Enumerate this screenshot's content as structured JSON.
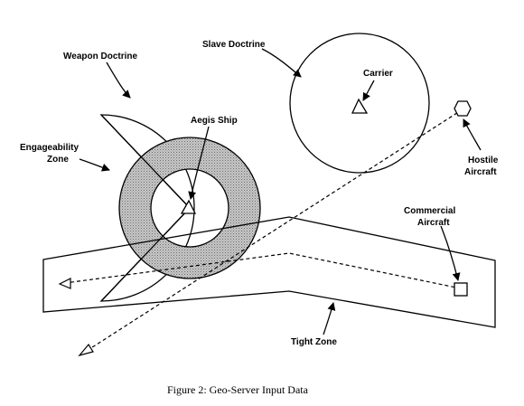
{
  "labels": {
    "weapon_doctrine": "Weapon Doctrine",
    "slave_doctrine": "Slave Doctrine",
    "carrier": "Carrier",
    "aegis_ship": "Aegis Ship",
    "engageability_line1": "Engageability",
    "engageability_line2": "Zone",
    "hostile_line1": "Hostile",
    "hostile_line2": "Aircraft",
    "commercial_line1": "Commercial",
    "commercial_line2": "Aircraft",
    "tight_zone": "Tight Zone"
  },
  "caption": "Figure 2: Geo-Server Input Data",
  "colors": {
    "ink": "#000000",
    "engageability_fill": "#bdbdbd",
    "background": "#ffffff"
  },
  "icons": {
    "ship": "triangle",
    "hostile_aircraft": "hexagon",
    "commercial_aircraft": "square",
    "track_head": "open-arrowhead"
  }
}
